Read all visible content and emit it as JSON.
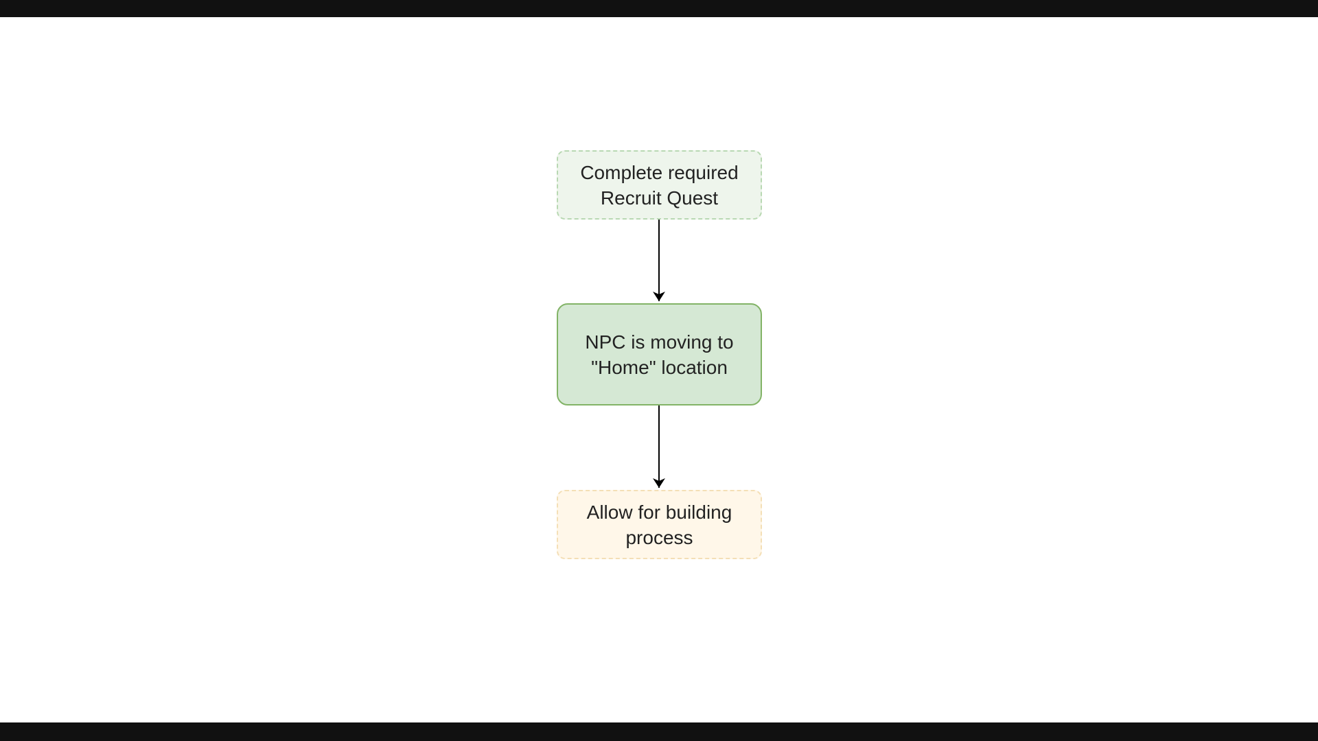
{
  "diagram": {
    "nodes": [
      {
        "id": "start",
        "label": "Complete required\nRecruit Quest",
        "style": "dashed",
        "fill": "#eef5ec",
        "stroke": "#b8d8b2"
      },
      {
        "id": "process",
        "label": "NPC is moving to\n\"Home\" location",
        "style": "solid",
        "fill": "#d5e8d4",
        "stroke": "#82b366"
      },
      {
        "id": "end",
        "label": "Allow for building\nprocess",
        "style": "dashed",
        "fill": "#fff7e9",
        "stroke": "#f4dfb6"
      }
    ],
    "edges": [
      {
        "from": "start",
        "to": "process",
        "color": "#000000"
      },
      {
        "from": "process",
        "to": "end",
        "color": "#000000"
      }
    ]
  }
}
